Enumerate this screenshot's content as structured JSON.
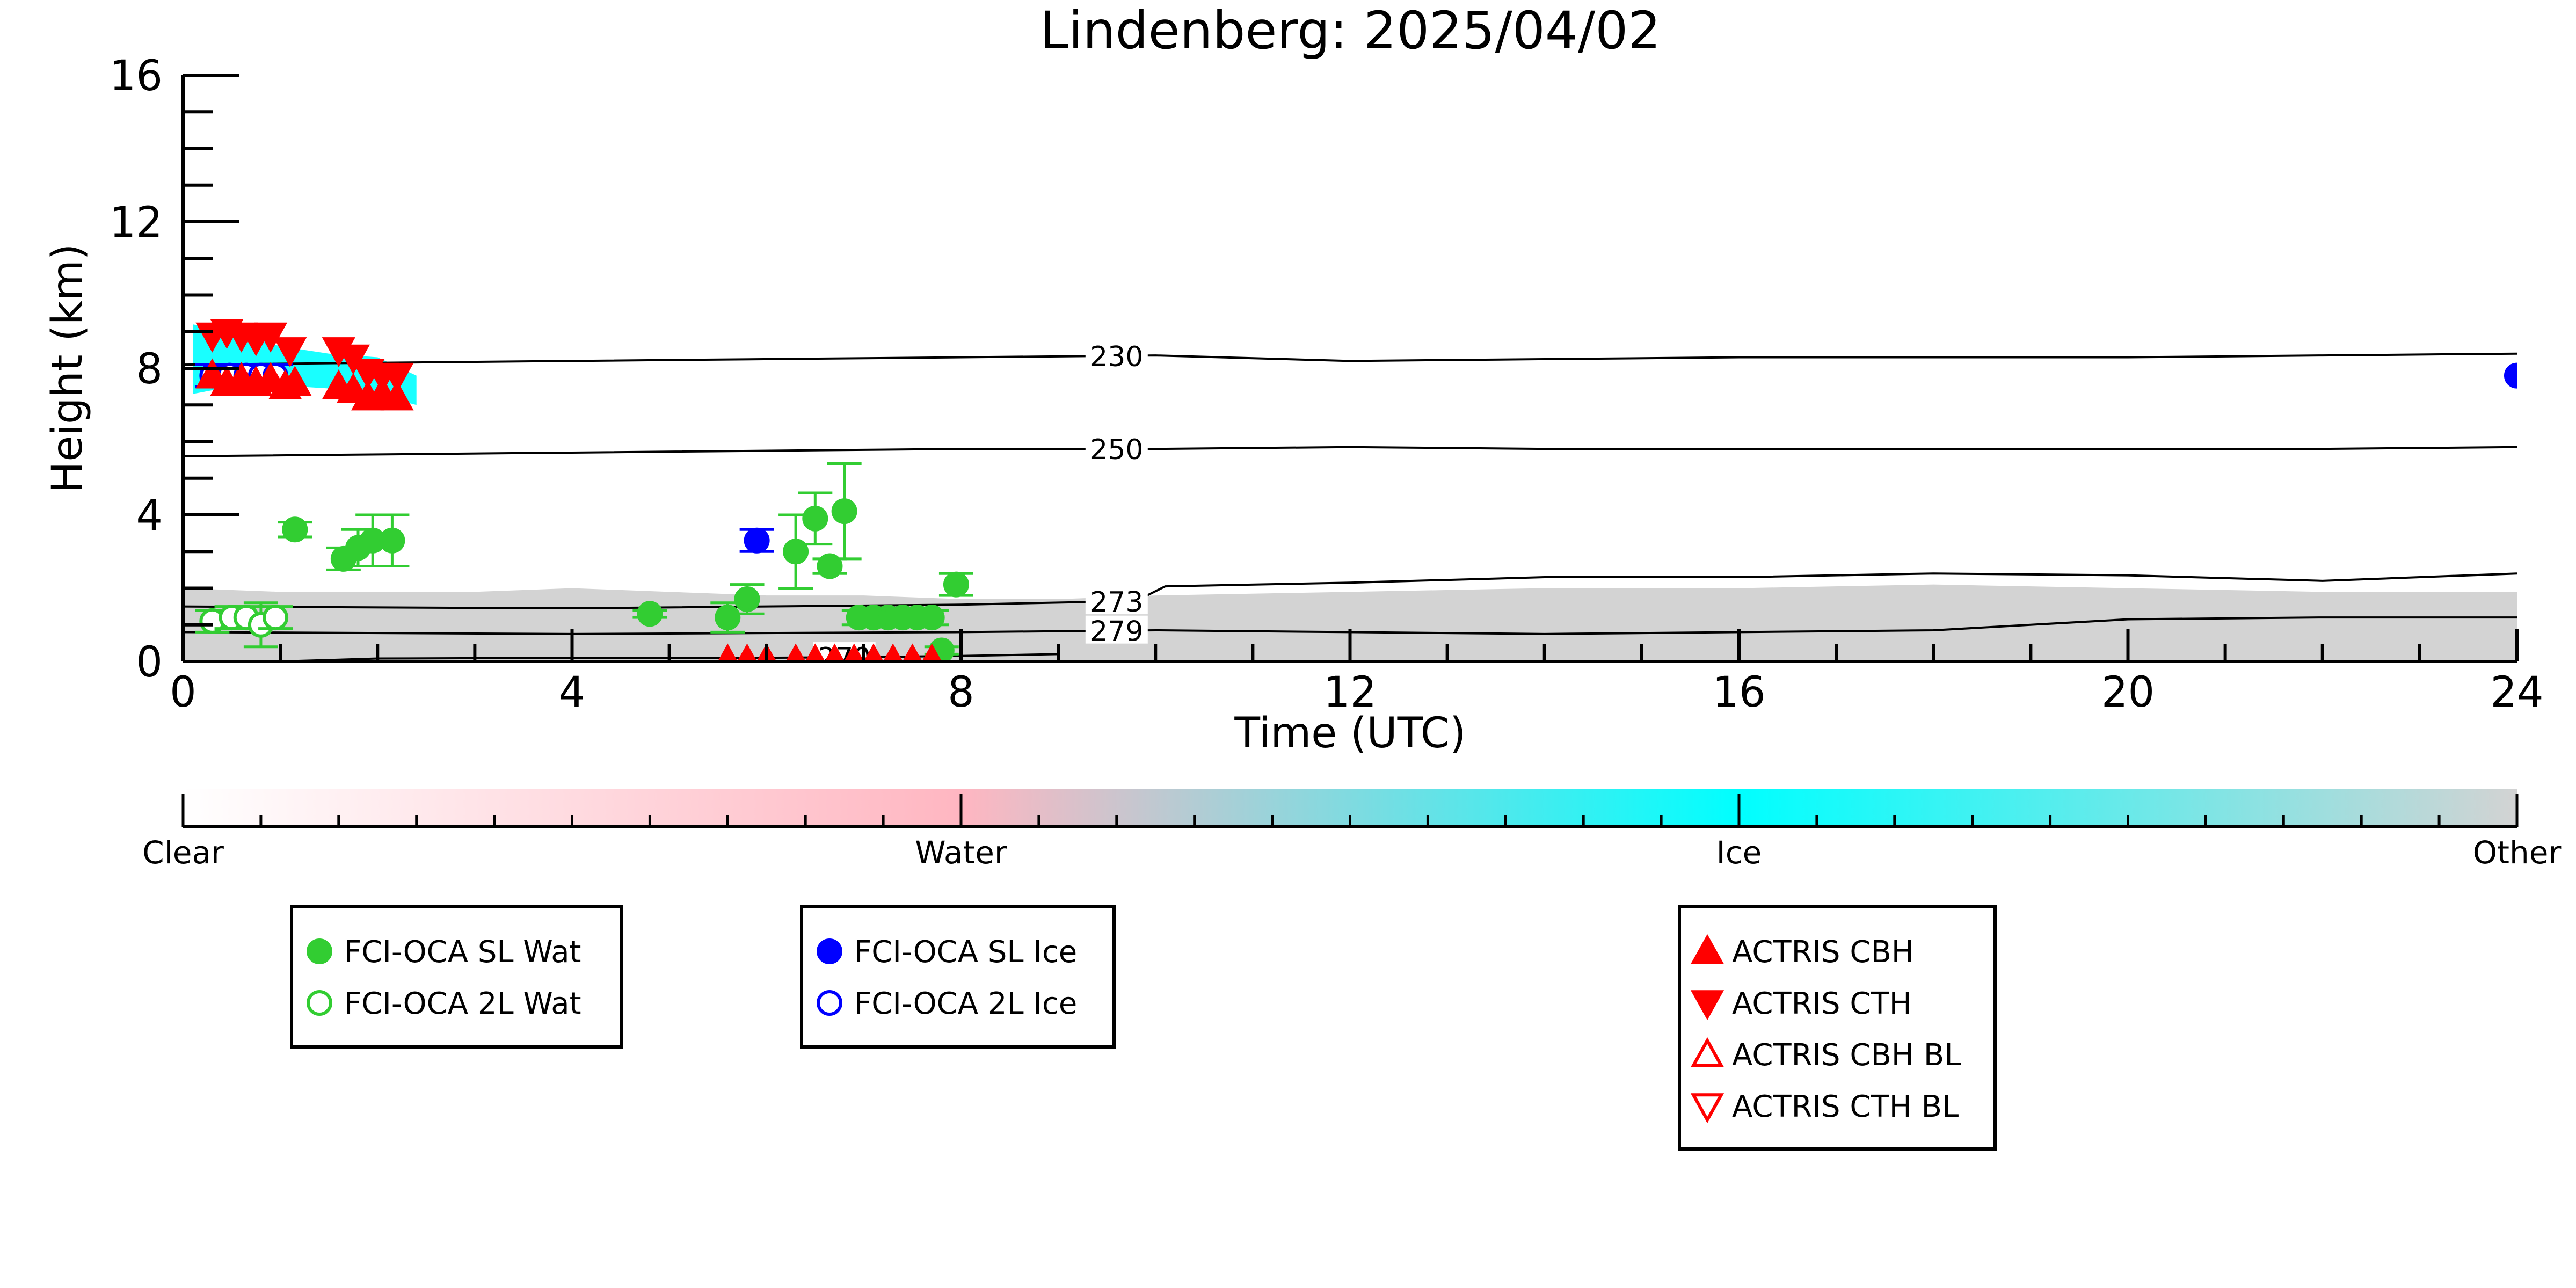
{
  "chart_data": {
    "type": "scatter",
    "title": "Lindenberg: 2025/04/02",
    "xlabel": "Time (UTC)",
    "ylabel": "Height (km)",
    "xlim": [
      0,
      24
    ],
    "ylim": [
      0,
      16
    ],
    "x_ticks": [
      0,
      4,
      8,
      12,
      16,
      20,
      24
    ],
    "y_ticks": [
      0,
      4,
      8,
      12,
      16
    ],
    "x_minor_step": 1,
    "y_minor_step": 1,
    "grid": false,
    "background_regions": [
      {
        "category": "Other",
        "color": "#d3d3d3",
        "points": [
          [
            0,
            2.0
          ],
          [
            1,
            1.9
          ],
          [
            2,
            1.9
          ],
          [
            3,
            1.9
          ],
          [
            4,
            2.0
          ],
          [
            5,
            1.9
          ],
          [
            6,
            1.8
          ],
          [
            7,
            1.8
          ],
          [
            8,
            1.7
          ],
          [
            9,
            1.7
          ],
          [
            10,
            1.8
          ],
          [
            12,
            1.9
          ],
          [
            14,
            2.0
          ],
          [
            16,
            2.0
          ],
          [
            18,
            2.1
          ],
          [
            20,
            2.0
          ],
          [
            22,
            1.9
          ],
          [
            24,
            1.9
          ]
        ]
      },
      {
        "category": "Ice",
        "color": "#00ffff",
        "points": [
          [
            0.1,
            7.3
          ],
          [
            0.1,
            9.2
          ],
          [
            0.5,
            9.0
          ],
          [
            1.0,
            8.6
          ],
          [
            1.5,
            8.4
          ],
          [
            2.0,
            8.3
          ],
          [
            2.4,
            7.8
          ],
          [
            2.4,
            7.0
          ],
          [
            1.8,
            7.4
          ],
          [
            1.2,
            7.5
          ],
          [
            0.5,
            7.5
          ]
        ]
      }
    ],
    "isotherms": [
      {
        "label": "230",
        "label_x": 9.6,
        "points": [
          [
            0,
            8.1
          ],
          [
            4,
            8.2
          ],
          [
            8,
            8.3
          ],
          [
            10,
            8.35
          ],
          [
            12,
            8.2
          ],
          [
            14,
            8.25
          ],
          [
            16,
            8.3
          ],
          [
            18,
            8.3
          ],
          [
            20,
            8.3
          ],
          [
            22,
            8.35
          ],
          [
            24,
            8.4
          ]
        ]
      },
      {
        "label": "250",
        "label_x": 9.6,
        "points": [
          [
            0,
            5.6
          ],
          [
            4,
            5.7
          ],
          [
            8,
            5.8
          ],
          [
            10,
            5.8
          ],
          [
            12,
            5.85
          ],
          [
            14,
            5.8
          ],
          [
            16,
            5.8
          ],
          [
            18,
            5.8
          ],
          [
            20,
            5.8
          ],
          [
            22,
            5.8
          ],
          [
            24,
            5.85
          ]
        ]
      },
      {
        "label": "273",
        "label_x": 9.6,
        "points": [
          [
            0,
            1.5
          ],
          [
            4,
            1.45
          ],
          [
            8,
            1.55
          ],
          [
            9.8,
            1.65
          ],
          [
            10.1,
            2.05
          ],
          [
            12,
            2.15
          ],
          [
            14,
            2.3
          ],
          [
            16,
            2.3
          ],
          [
            18,
            2.4
          ],
          [
            20,
            2.35
          ],
          [
            22,
            2.2
          ],
          [
            24,
            2.4
          ]
        ]
      },
      {
        "label": "279",
        "label_x": 9.6,
        "points": [
          [
            0,
            0.8
          ],
          [
            4,
            0.75
          ],
          [
            8,
            0.8
          ],
          [
            10,
            0.85
          ],
          [
            12,
            0.8
          ],
          [
            14,
            0.75
          ],
          [
            16,
            0.8
          ],
          [
            18,
            0.85
          ],
          [
            20,
            1.15
          ],
          [
            22,
            1.2
          ],
          [
            24,
            1.2
          ]
        ]
      },
      {
        "label": "270",
        "label_x": 6.8,
        "points": [
          [
            1.0,
            0.0
          ],
          [
            2.0,
            0.08
          ],
          [
            4,
            0.1
          ],
          [
            6,
            0.1
          ],
          [
            7,
            0.12
          ],
          [
            8,
            0.15
          ],
          [
            9,
            0.2
          ]
        ]
      }
    ],
    "series": [
      {
        "name": "FCI-OCA SL Wat",
        "color": "#32cd32",
        "marker": "circle-filled",
        "points": [
          [
            1.15,
            3.6,
            0.2
          ],
          [
            1.65,
            2.8,
            0.3
          ],
          [
            1.8,
            3.1,
            0.5
          ],
          [
            1.95,
            3.3,
            0.7
          ],
          [
            2.15,
            3.3,
            0.7
          ],
          [
            4.8,
            1.3,
            0.1
          ],
          [
            5.6,
            1.2,
            0.4
          ],
          [
            5.8,
            1.7,
            0.4
          ],
          [
            6.3,
            3.0,
            1.0
          ],
          [
            6.5,
            3.9,
            0.7
          ],
          [
            6.65,
            2.6,
            0.2
          ],
          [
            6.8,
            4.1,
            1.3
          ],
          [
            6.95,
            1.2,
            0.2
          ],
          [
            7.1,
            1.2,
            0.2
          ],
          [
            7.25,
            1.2,
            0.2
          ],
          [
            7.4,
            1.2,
            0.2
          ],
          [
            7.55,
            1.2,
            0.2
          ],
          [
            7.7,
            1.2,
            0.2
          ],
          [
            7.8,
            0.3,
            0.1
          ],
          [
            7.95,
            2.1,
            0.3
          ]
        ]
      },
      {
        "name": "FCI-OCA 2L Wat",
        "color": "#32cd32",
        "marker": "circle-open",
        "points": [
          [
            0.3,
            1.1,
            0.3
          ],
          [
            0.5,
            1.2,
            0.3
          ],
          [
            0.65,
            1.2,
            0.3
          ],
          [
            0.8,
            1.0,
            0.6
          ],
          [
            0.95,
            1.2,
            0.3
          ]
        ]
      },
      {
        "name": "FCI-OCA SL Ice",
        "color": "#0000ff",
        "marker": "circle-filled",
        "points": [
          [
            5.9,
            3.3,
            0.3
          ],
          [
            24,
            7.8,
            0.0
          ]
        ]
      },
      {
        "name": "FCI-OCA 2L Ice",
        "color": "#0000ff",
        "marker": "circle-open",
        "points": [
          [
            0.3,
            7.8,
            0.3
          ],
          [
            0.48,
            7.8,
            0.3
          ],
          [
            0.65,
            7.8,
            0.3
          ],
          [
            0.8,
            7.8,
            0.3
          ],
          [
            0.95,
            7.8,
            0.3
          ]
        ]
      },
      {
        "name": "ACTRIS CBH",
        "color": "#ff0000",
        "marker": "triangle-up-filled",
        "points": [
          [
            0.3,
            7.8
          ],
          [
            0.45,
            7.6
          ],
          [
            0.6,
            7.7
          ],
          [
            0.75,
            7.6
          ],
          [
            0.9,
            7.7
          ],
          [
            1.05,
            7.5
          ],
          [
            1.15,
            7.6
          ],
          [
            1.6,
            7.5
          ],
          [
            1.75,
            7.4
          ],
          [
            1.9,
            7.2
          ],
          [
            2.05,
            7.3
          ],
          [
            2.2,
            7.2
          ],
          [
            5.6,
            0.02
          ],
          [
            5.8,
            0.02
          ],
          [
            6.0,
            0.02
          ],
          [
            6.3,
            0.02
          ],
          [
            6.5,
            0.02
          ],
          [
            6.7,
            0.02
          ],
          [
            6.9,
            0.02
          ],
          [
            7.1,
            0.02
          ],
          [
            7.3,
            0.02
          ],
          [
            7.5,
            0.02
          ],
          [
            7.7,
            0.02
          ]
        ]
      },
      {
        "name": "ACTRIS CTH",
        "color": "#ff0000",
        "marker": "triangle-down-filled",
        "points": [
          [
            0.3,
            8.9
          ],
          [
            0.45,
            9.0
          ],
          [
            0.6,
            8.9
          ],
          [
            0.75,
            8.8
          ],
          [
            0.9,
            8.9
          ],
          [
            1.1,
            8.5
          ],
          [
            1.6,
            8.5
          ],
          [
            1.75,
            8.3
          ],
          [
            1.9,
            7.9
          ],
          [
            2.05,
            7.8
          ],
          [
            2.2,
            7.8
          ]
        ]
      },
      {
        "name": "ACTRIS CBH BL",
        "color": "#ff0000",
        "marker": "triangle-up-open",
        "points": []
      },
      {
        "name": "ACTRIS CTH BL",
        "color": "#ff0000",
        "marker": "triangle-down-open",
        "points": []
      }
    ],
    "colorbar": {
      "labels": [
        "Clear",
        "Water",
        "Ice",
        "Other"
      ],
      "colors": [
        "#ffffff",
        "#ffb6c1",
        "#00ffff",
        "#d3d3d3"
      ]
    },
    "legends": [
      {
        "entries": [
          "FCI-OCA SL Wat",
          "FCI-OCA 2L Wat"
        ]
      },
      {
        "entries": [
          "FCI-OCA SL Ice",
          "FCI-OCA 2L Ice"
        ]
      },
      {
        "entries": [
          "ACTRIS CBH",
          "ACTRIS CTH",
          "ACTRIS CBH BL",
          "ACTRIS CTH BL"
        ]
      }
    ]
  }
}
